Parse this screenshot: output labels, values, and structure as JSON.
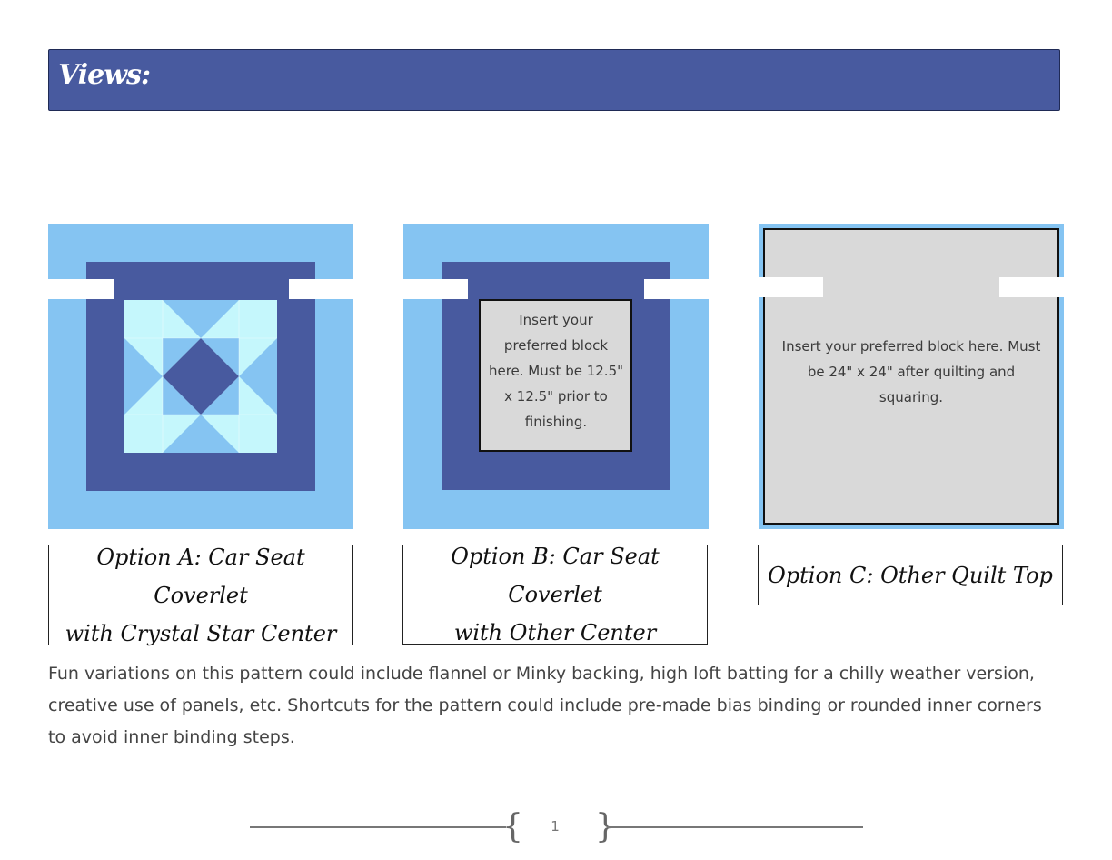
{
  "header": {
    "title": "Views:"
  },
  "panels": {
    "b": {
      "note": "Insert your preferred block here. Must be 12.5\" x 12.5\" prior to finishing."
    },
    "c": {
      "note": "Insert your preferred block here. Must be 24\" x 24\" after quilting and squaring."
    }
  },
  "captions": {
    "a": {
      "line1": "Option A: Car Seat Coverlet",
      "line2": "with Crystal Star Center"
    },
    "b": {
      "line1": "Option B: Car Seat Coverlet",
      "line2": "with Other Center"
    },
    "c": {
      "line1": "Option C: Other Quilt Top"
    }
  },
  "body_text": "Fun variations on this pattern could include flannel or Minky backing, high loft batting for a chilly weather version, creative use of panels, etc.  Shortcuts for the pattern could include pre-made bias binding or rounded inner corners to avoid inner binding steps.",
  "footer": {
    "page_number": "1",
    "left_brace": "{",
    "right_brace": "}"
  },
  "colors": {
    "header_blue": "#485a9f",
    "light_blue": "#85c4f2",
    "dark_blue": "#485a9f",
    "pale_cyan": "#c5f7fc",
    "gray_block": "#d9d9d9"
  }
}
